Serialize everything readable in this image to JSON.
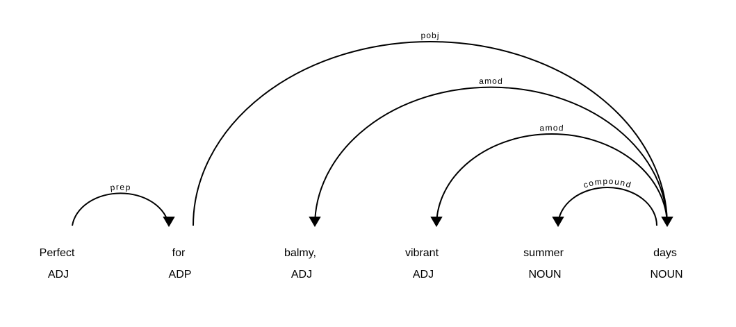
{
  "tokens": [
    {
      "text": "Perfect",
      "tag": "ADJ"
    },
    {
      "text": "for",
      "tag": "ADP"
    },
    {
      "text": "balmy,",
      "tag": "ADJ"
    },
    {
      "text": "vibrant",
      "tag": "ADJ"
    },
    {
      "text": "summer",
      "tag": "NOUN"
    },
    {
      "text": "days",
      "tag": "NOUN"
    }
  ],
  "arcs": [
    {
      "label": "prep",
      "start": 0,
      "end": 1,
      "dir": "right"
    },
    {
      "label": "pobj",
      "start": 1,
      "end": 5,
      "dir": "right"
    },
    {
      "label": "amod",
      "start": 2,
      "end": 5,
      "dir": "left"
    },
    {
      "label": "amod",
      "start": 3,
      "end": 5,
      "dir": "left"
    },
    {
      "label": "compound",
      "start": 4,
      "end": 5,
      "dir": "left"
    }
  ]
}
